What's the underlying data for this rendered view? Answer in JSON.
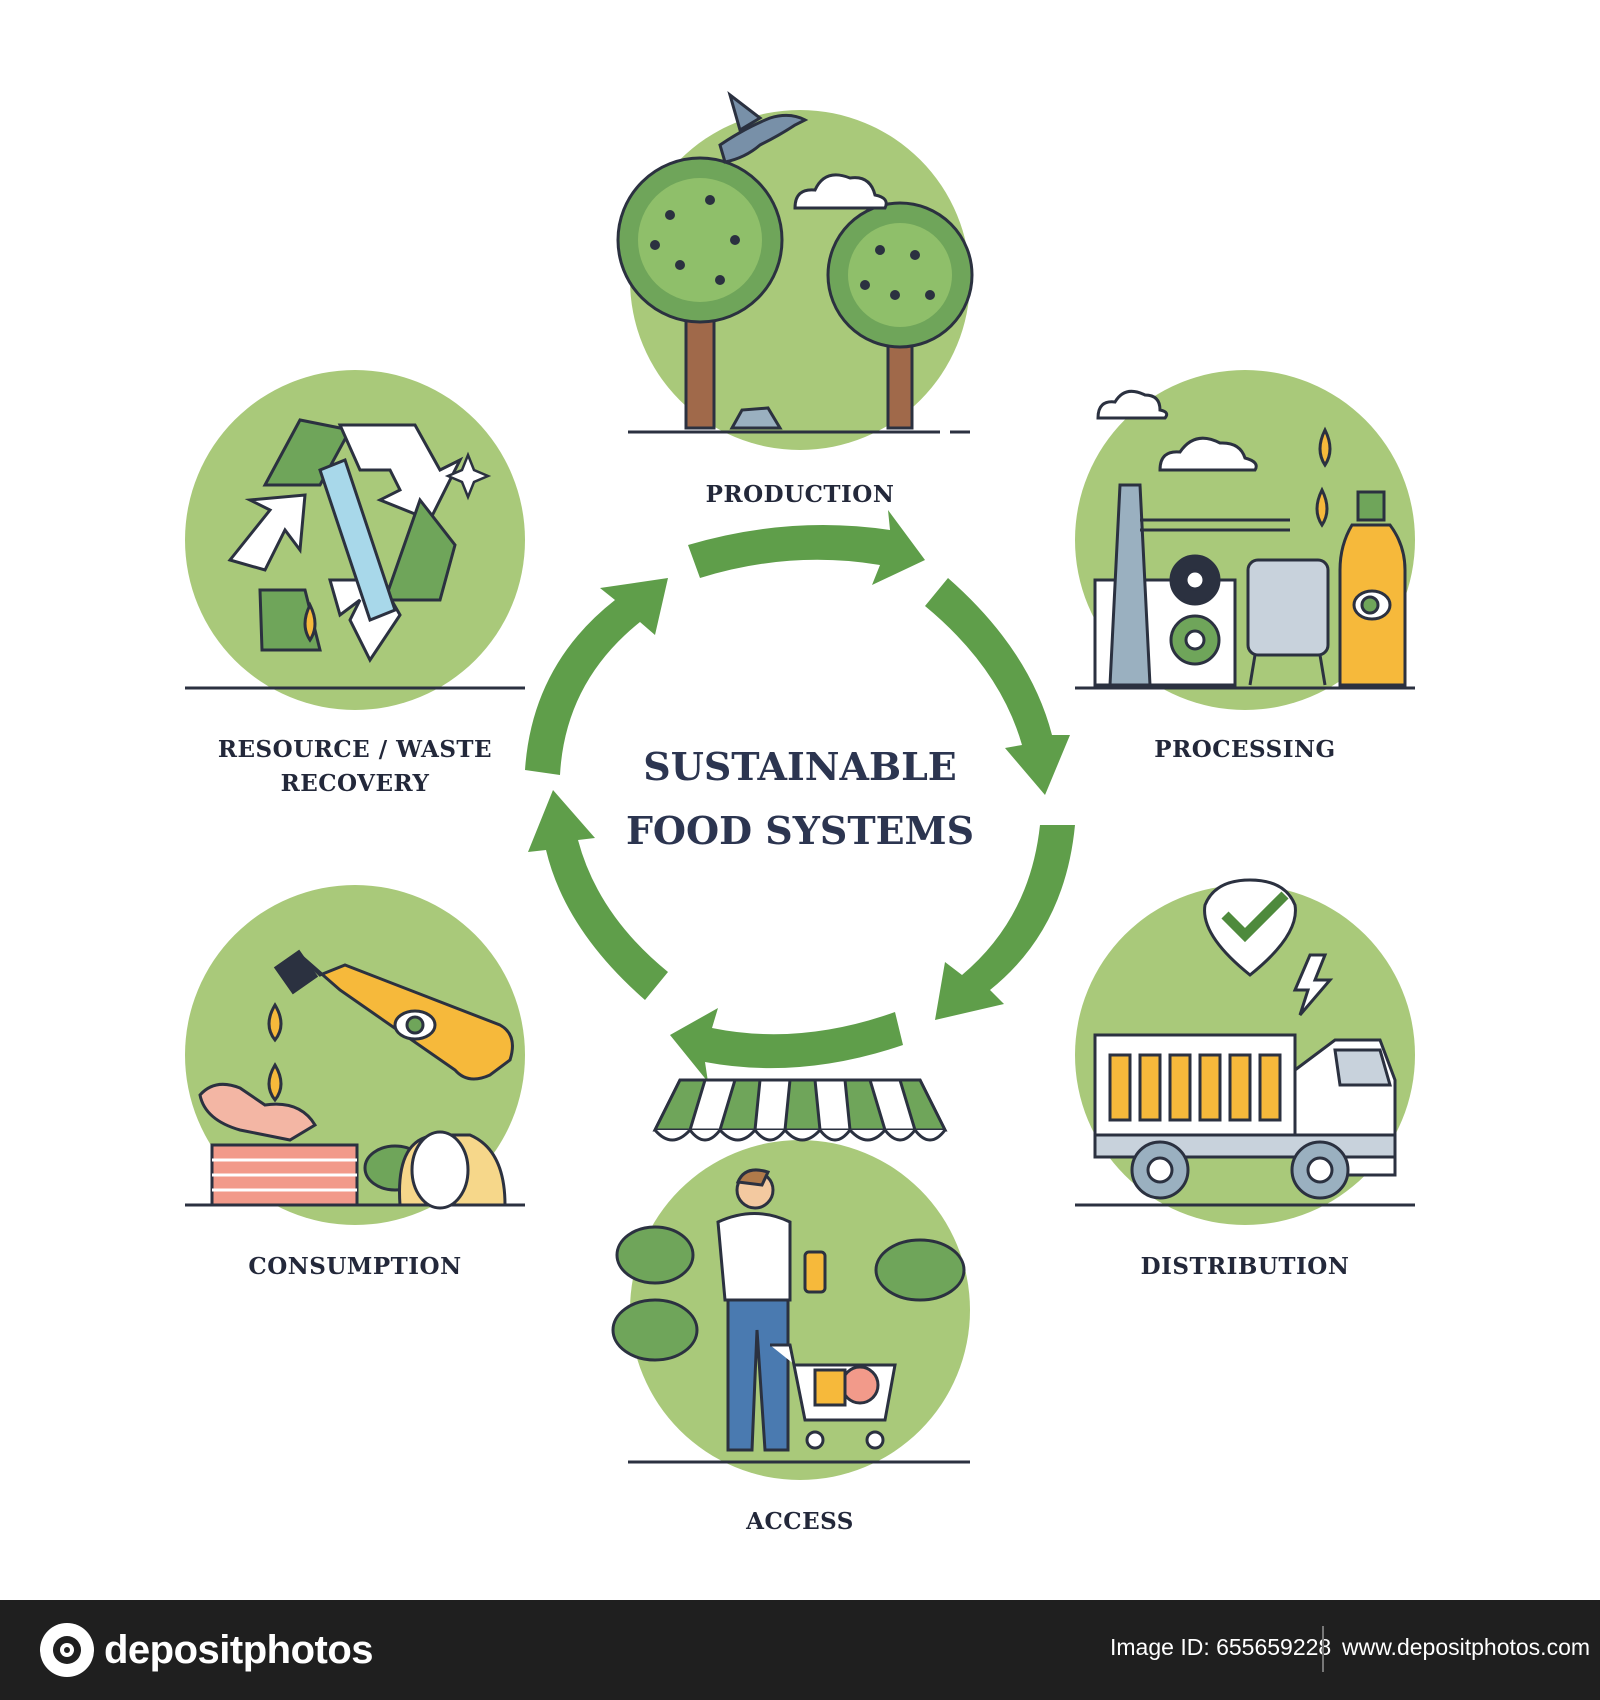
{
  "title": "SUSTAINABLE\nFOOD SYSTEMS",
  "stages": {
    "production": "PRODUCTION",
    "processing": "PROCESSING",
    "distribution": "DISTRIBUTION",
    "access": "ACCESS",
    "consumption": "CONSUMPTION",
    "recovery": "RESOURCE /  WASTE\nRECOVERY"
  },
  "footer": {
    "brand": "depositphotos",
    "image_id": "Image ID: 655659228",
    "website": "www.depositphotos.com"
  },
  "colors": {
    "circle_fill": "#a9c97a",
    "arrow": "#5f9e4a",
    "dark_green": "#4e8a3c",
    "outline": "#2b3140",
    "bottle": "#f6b93b",
    "footer_bg": "#1f1f1f"
  },
  "icons": [
    "trees-icon",
    "bird-icon",
    "factory-icon",
    "oil-bottle-icon",
    "truck-icon",
    "checkmark-icon",
    "shop-awning-icon",
    "shopper-icon",
    "shopping-cart-icon",
    "pouring-bottle-icon",
    "meat-icon",
    "bread-icon",
    "recycle-icon"
  ]
}
